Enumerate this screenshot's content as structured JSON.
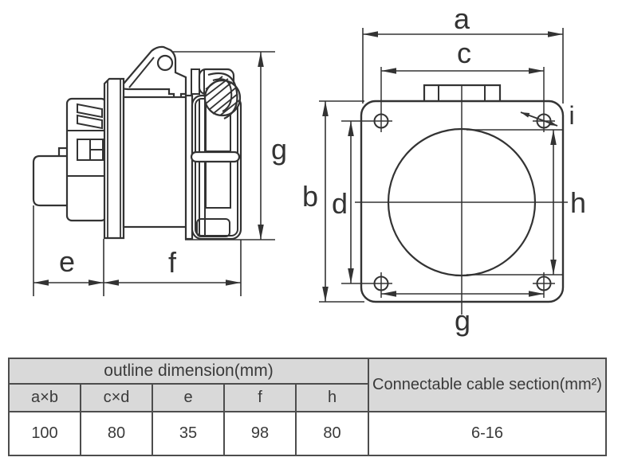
{
  "diagram": {
    "side_view": {
      "labels": {
        "e": "e",
        "f": "f",
        "g": "g"
      }
    },
    "front_view": {
      "labels": {
        "a": "a",
        "b": "b",
        "c": "c",
        "d": "d",
        "g": "g",
        "h": "h",
        "i": "i"
      }
    }
  },
  "table": {
    "outline_header": "outline dimension(mm)",
    "cable_header": "Connectable cable section(mm²)",
    "dim_headers": [
      "a×b",
      "c×d",
      "e",
      "f",
      "h"
    ],
    "dim_values": [
      "100",
      "80",
      "35",
      "98",
      "80"
    ],
    "cable_value": "6-16"
  },
  "colors": {
    "line": "#333333",
    "table_header_bg": "#d9d9d9",
    "table_border": "#4d4d4d",
    "background": "#ffffff"
  }
}
